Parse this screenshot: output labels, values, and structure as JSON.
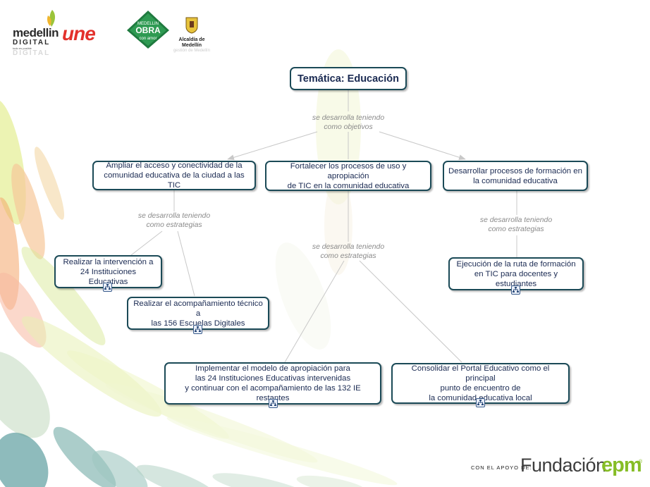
{
  "logos": {
    "medellin": [
      "medellin",
      "DIGITAL",
      "todo es posible",
      "DIGITAL"
    ],
    "une": "une",
    "obra": [
      "MEDELLIN",
      "OBRA",
      "con amor"
    ],
    "alcaldia": [
      "Alcaldía de Medellín",
      "gestión de Medellín"
    ]
  },
  "root": "Temática: Educación",
  "links": {
    "root": [
      "se desarrolla teniendo",
      "como objetivos"
    ],
    "left": [
      "se desarrolla teniendo",
      "como estrategias"
    ],
    "middle": [
      "se desarrolla teniendo",
      "como estrategias"
    ],
    "right": [
      "se desarrolla teniendo",
      "como estrategias"
    ]
  },
  "objectives": [
    [
      "Ampliar el acceso y conectividad de la",
      "comunidad educativa de la ciudad a las TIC"
    ],
    [
      "Fortalecer los procesos de uso y apropiación",
      "de TIC en la comunidad educativa"
    ],
    [
      "Desarrollar procesos de formación en",
      "la comunidad educativa"
    ]
  ],
  "strategies": {
    "s1": [
      "Realizar la intervención a",
      "24 Instituciones Educativas"
    ],
    "s2": [
      "Realizar el acompañamiento técnico a",
      "las 156 Escuelas Digitales"
    ],
    "s3": [
      "Implementar el modelo de apropiación para",
      "las 24 Instituciones Educativas intervenidas",
      "y continuar con el acompañamiento de las 132 IE restantes"
    ],
    "s4": [
      "Consolidar el Portal Educativo como el principal",
      "punto de encuentro de",
      "la comunidad educativa local"
    ],
    "s5": [
      "Ejecución de la ruta de formación",
      "en TIC para docentes y estudiantes"
    ]
  },
  "footer": {
    "support": "CON EL APOYO DE:",
    "fundacion": "Fundación",
    "epm": "epm",
    "reg": "®"
  },
  "colors": {
    "node_border": "#1b4a57",
    "node_text": "#1a2a52",
    "link_text": "#8a8a8a",
    "connector": "#c8c8c8",
    "deco_green": "#c8dc8c",
    "deco_orange": "#f4a66a",
    "deco_teal": "#5e9ea0",
    "epm_green": "#86bd26"
  }
}
